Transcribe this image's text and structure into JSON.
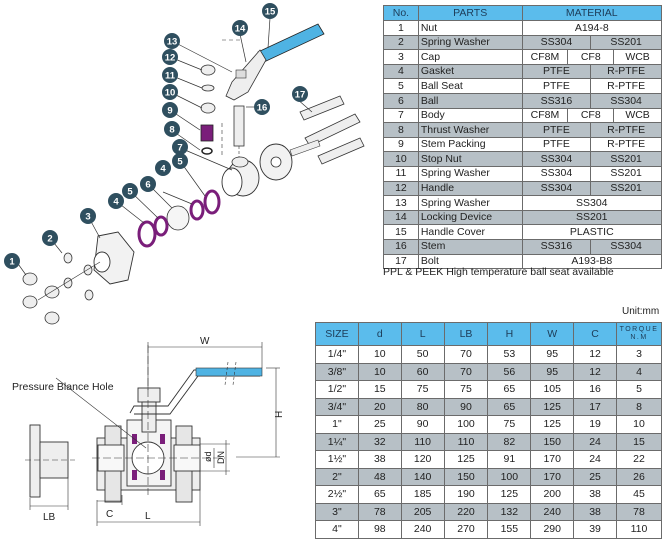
{
  "parts_table": {
    "headers": {
      "no": "No.",
      "parts": "PARTS",
      "material": "MATERIAL"
    },
    "rows": [
      {
        "no": "1",
        "part": "Nut",
        "materials": [
          "A194-8"
        ]
      },
      {
        "no": "2",
        "part": "Spring Washer",
        "materials": [
          "SS304",
          "SS201"
        ]
      },
      {
        "no": "3",
        "part": "Cap",
        "materials": [
          "CF8M",
          "CF8",
          "WCB"
        ]
      },
      {
        "no": "4",
        "part": "Gasket",
        "materials": [
          "PTFE",
          "R-PTFE"
        ]
      },
      {
        "no": "5",
        "part": "Ball Seat",
        "materials": [
          "PTFE",
          "R-PTFE"
        ]
      },
      {
        "no": "6",
        "part": "Ball",
        "materials": [
          "SS316",
          "SS304"
        ]
      },
      {
        "no": "7",
        "part": "Body",
        "materials": [
          "CF8M",
          "CF8",
          "WCB"
        ]
      },
      {
        "no": "8",
        "part": "Thrust Washer",
        "materials": [
          "PTFE",
          "R-PTFE"
        ]
      },
      {
        "no": "9",
        "part": "Stem Packing",
        "materials": [
          "PTFE",
          "R-PTFE"
        ]
      },
      {
        "no": "10",
        "part": "Stop Nut",
        "materials": [
          "SS304",
          "SS201"
        ]
      },
      {
        "no": "11",
        "part": "Spring Washer",
        "materials": [
          "SS304",
          "SS201"
        ]
      },
      {
        "no": "12",
        "part": "Handle",
        "materials": [
          "SS304",
          "SS201"
        ]
      },
      {
        "no": "13",
        "part": "Spring Washer",
        "materials": [
          "SS304"
        ]
      },
      {
        "no": "14",
        "part": "Locking Device",
        "materials": [
          "SS201"
        ]
      },
      {
        "no": "15",
        "part": "Handle Cover",
        "materials": [
          "PLASTIC"
        ]
      },
      {
        "no": "16",
        "part": "Stem",
        "materials": [
          "SS316",
          "SS304"
        ]
      },
      {
        "no": "17",
        "part": "Bolt",
        "materials": [
          "A193-B8"
        ]
      }
    ]
  },
  "note": "PPL & PEEK High temperature ball seat available",
  "unit_label": "Unit:mm",
  "dimension_table": {
    "headers": [
      "SIZE",
      "d",
      "L",
      "LB",
      "H",
      "W",
      "C"
    ],
    "torque_header": {
      "line1": "TORQUE",
      "line2": "N.M"
    },
    "rows": [
      [
        "1/4\"",
        "10",
        "50",
        "70",
        "53",
        "95",
        "12",
        "3"
      ],
      [
        "3/8\"",
        "10",
        "60",
        "70",
        "56",
        "95",
        "12",
        "4"
      ],
      [
        "1/2\"",
        "15",
        "75",
        "75",
        "65",
        "105",
        "16",
        "5"
      ],
      [
        "3/4\"",
        "20",
        "80",
        "90",
        "65",
        "125",
        "17",
        "8"
      ],
      [
        "1\"",
        "25",
        "90",
        "100",
        "75",
        "125",
        "19",
        "10"
      ],
      [
        "1¼\"",
        "32",
        "110",
        "110",
        "82",
        "150",
        "24",
        "15"
      ],
      [
        "1½\"",
        "38",
        "120",
        "125",
        "91",
        "170",
        "24",
        "22"
      ],
      [
        "2\"",
        "48",
        "140",
        "150",
        "100",
        "170",
        "25",
        "26"
      ],
      [
        "2½\"",
        "65",
        "185",
        "190",
        "125",
        "200",
        "38",
        "45"
      ],
      [
        "3\"",
        "78",
        "205",
        "220",
        "132",
        "240",
        "38",
        "78"
      ],
      [
        "4\"",
        "98",
        "240",
        "270",
        "155",
        "290",
        "39",
        "110"
      ]
    ]
  },
  "exploded_view": {
    "callouts": [
      "1",
      "2",
      "3",
      "4",
      "5",
      "6",
      "4",
      "5",
      "7",
      "8",
      "9",
      "10",
      "11",
      "12",
      "13",
      "14",
      "15",
      "16",
      "17"
    ]
  },
  "dimension_drawing": {
    "labels": {
      "pressure_hole": "Pressure Blance Hole",
      "W": "W",
      "H": "H",
      "d": "d",
      "DN": "DN",
      "C": "C",
      "L": "L",
      "LB": "LB"
    }
  },
  "colors": {
    "header_blue": "#5bbcec",
    "row_gray": "#b7c0c6",
    "callout": "#2f4f5f",
    "seal_purple": "#7a1e7a",
    "handle_blue": "#4fb3e3"
  }
}
